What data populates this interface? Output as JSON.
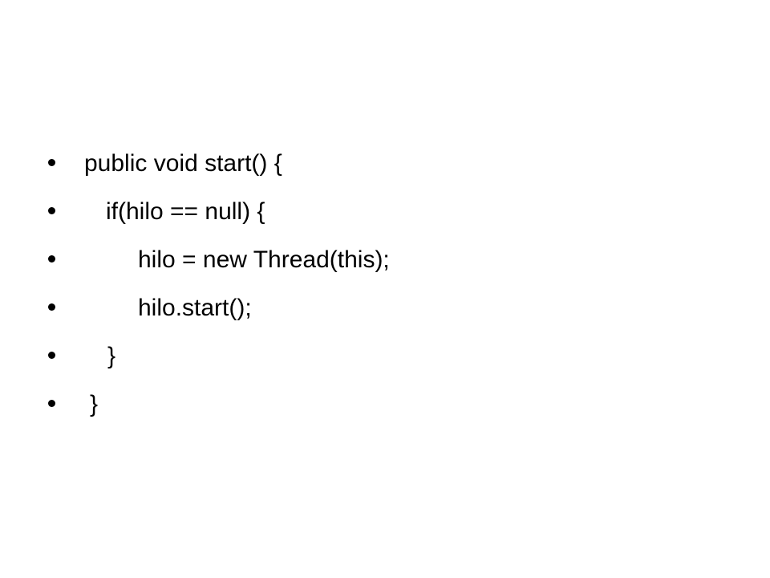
{
  "slide": {
    "lines": [
      {
        "text": "public void start() {"
      },
      {
        "text": "if(hilo == null) {"
      },
      {
        "text": "hilo = new Thread(this);"
      },
      {
        "text": "hilo.start();"
      },
      {
        "text": "}"
      },
      {
        "text": "}"
      }
    ]
  }
}
